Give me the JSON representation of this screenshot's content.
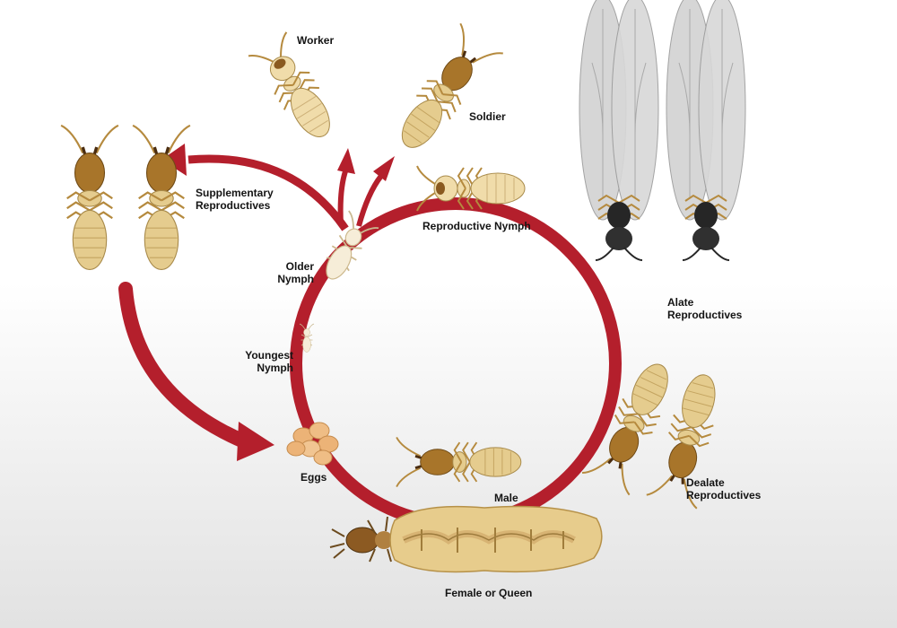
{
  "colors": {
    "cycle_red": "#b41f2c",
    "body_tan": "#e5cc8e",
    "head_brown": "#a8752a",
    "alate_black": "#262626",
    "wing_grey": "#d2d2d2",
    "egg_orange": "#ecb377"
  },
  "labels": {
    "worker": "Worker",
    "soldier": "Soldier",
    "supplementary": [
      "Supplementary",
      "Reproductives"
    ],
    "reproductive_nymph": "Reproductive Nymph",
    "older_nymph": [
      "Older",
      "Nymph"
    ],
    "youngest_nymph": [
      "Youngest",
      "Nymph"
    ],
    "alate": [
      "Alate",
      "Reproductives"
    ],
    "dealate": [
      "Dealate",
      "Reproductives"
    ],
    "eggs": "Eggs",
    "male": "Male",
    "queen": "Female or Queen"
  }
}
